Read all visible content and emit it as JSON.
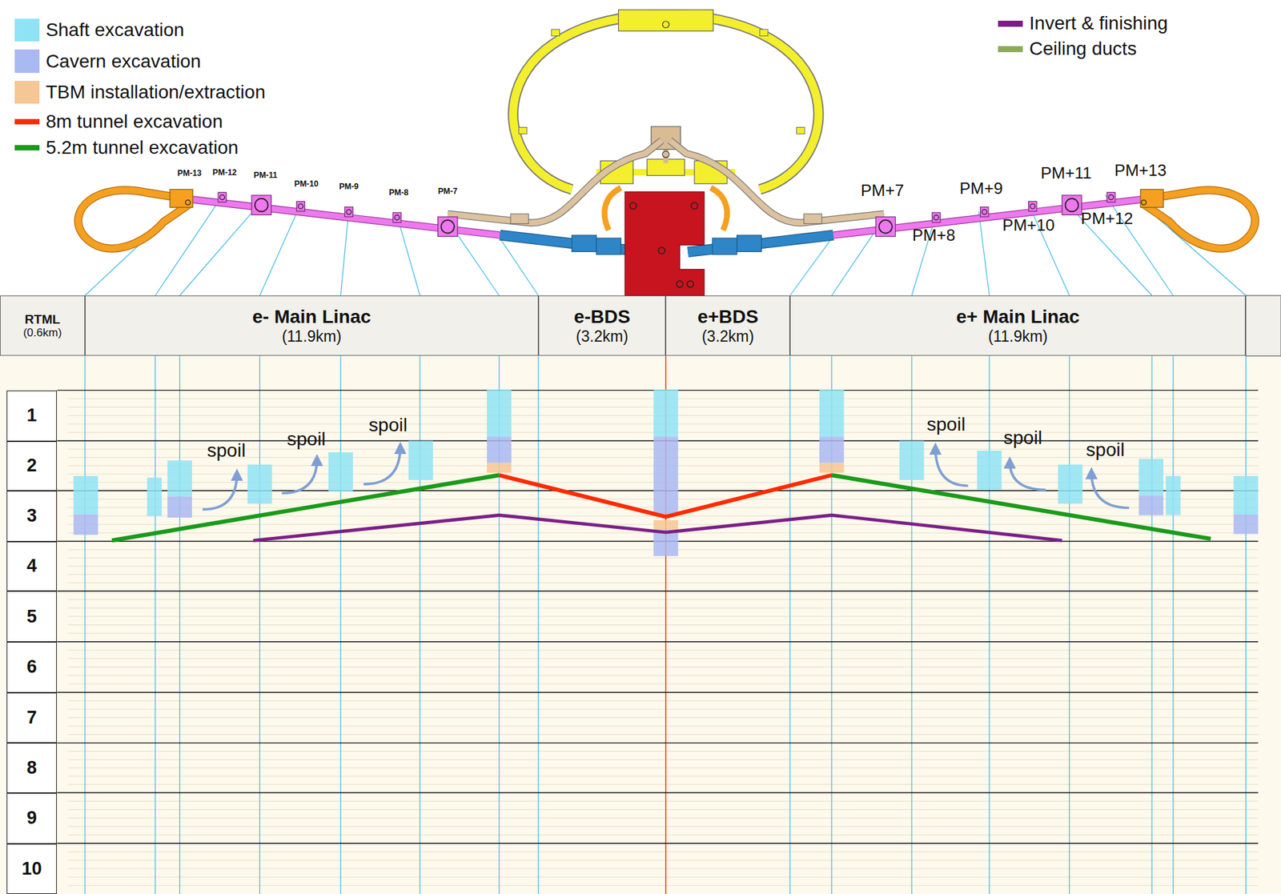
{
  "diagram": {
    "nodes": [
      {
        "text": [
          "RTML",
          "(0.6km)"
        ]
      },
      {
        "text": [
          "e- Main Linac",
          "(11.9km)"
        ]
      },
      {
        "text": [
          "e-BDS",
          "(3.2km)"
        ]
      },
      {
        "text": [
          "e+BDS",
          "(3.2km)"
        ]
      },
      {
        "text": [
          "e+ Main Linac",
          "(11.9km)"
        ]
      },
      {
        "text": [
          "1"
        ]
      },
      {
        "text": [
          "2"
        ]
      },
      {
        "text": [
          "3"
        ]
      },
      {
        "text": [
          "4"
        ]
      },
      {
        "text": [
          "5"
        ]
      },
      {
        "text": [
          "6"
        ]
      },
      {
        "text": [
          "7"
        ]
      },
      {
        "text": [
          "8"
        ]
      },
      {
        "text": [
          "9"
        ]
      },
      {
        "text": [
          "10"
        ]
      }
    ],
    "labels": [
      "PM-13",
      "PM-12",
      "PM-11",
      "PM-10",
      "PM-9",
      "PM-8",
      "PM-7",
      "PM+7",
      "PM+8",
      "PM+9",
      "PM+10",
      "PM+11",
      "PM+12",
      "PM+13",
      "spoil",
      "spoil",
      "spoil",
      "spoil",
      "spoil",
      "spoil"
    ],
    "legend": [
      {
        "text": "Shaft excavation",
        "color": "#8fe3f5"
      },
      {
        "text": "Cavern excavation",
        "color": "#a9b9f2"
      },
      {
        "text": "TBM installation/extraction",
        "color": "#f5c794"
      },
      {
        "text": "8m tunnel excavation"
      },
      {
        "text": "5.2m tunnel excavation"
      },
      {
        "text": "Invert & finishing"
      },
      {
        "text": "Ceiling ducts"
      }
    ]
  }
}
